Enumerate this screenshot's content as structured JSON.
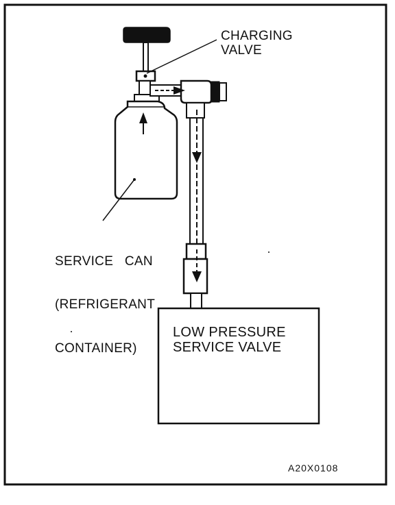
{
  "labels": {
    "charging_valve": {
      "line1": "CHARGING",
      "line2": "VALVE"
    },
    "service_can": {
      "line1": "SERVICE   CAN",
      "line2": "(REFRIGERANT",
      "line3": "CONTAINER)"
    },
    "low_pressure_valve": {
      "line1": "LOW PRESSURE",
      "line2": "SERVICE VALVE"
    },
    "figure_code": "A20X0108"
  },
  "components": [
    "charging-valve",
    "service-can",
    "charging-hose",
    "hose-coupler",
    "low-pressure-service-valve"
  ],
  "flow_direction": "service can → charging valve → hose → low pressure service valve",
  "colors": {
    "ink": "#111111",
    "background": "#ffffff"
  }
}
